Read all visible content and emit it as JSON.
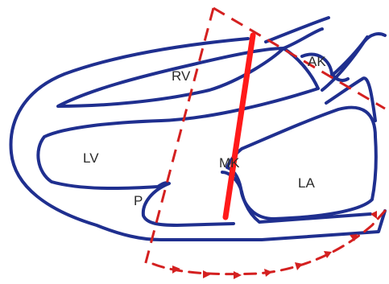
{
  "labels": {
    "rv": "RV",
    "lv": "LV",
    "ak": "AK",
    "mk": "MK",
    "la": "LA",
    "p": "P"
  },
  "colors": {
    "outline": "#1f2f8f",
    "cut_line": "#ff1a1a",
    "dashed_region": "#d42020",
    "arrows": "#d42020",
    "label": "#2b2b2b"
  }
}
